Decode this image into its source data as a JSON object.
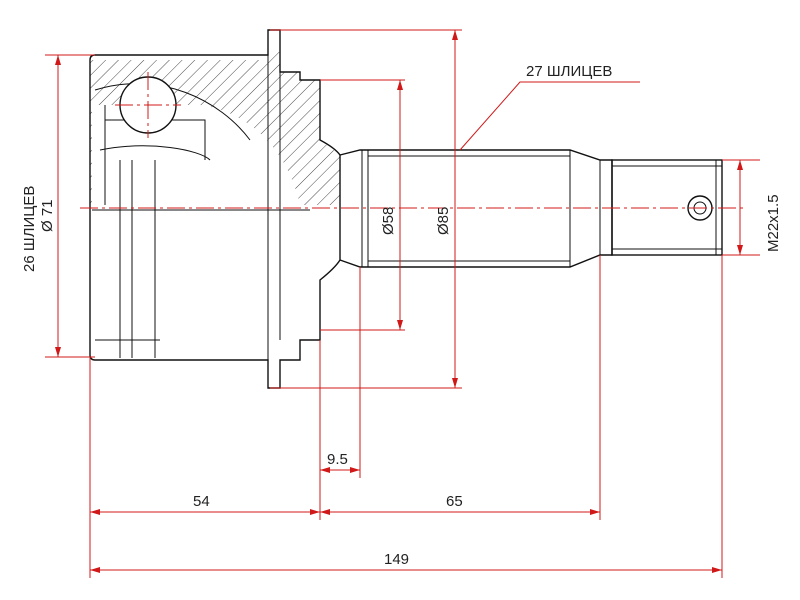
{
  "labels": {
    "splines_left": "26 ШЛИЦЕВ",
    "dia_left": "Ø 71",
    "splines_right": "27 ШЛИЦЕВ",
    "dia_58": "Ø58",
    "dia_85": "Ø85",
    "thread": "M22x1.5",
    "dim_9_5": "9.5",
    "dim_54": "54",
    "dim_65": "65",
    "dim_149": "149"
  },
  "colors": {
    "dimension": "#d01818",
    "outline": "#111111",
    "hatch": "#111111"
  }
}
